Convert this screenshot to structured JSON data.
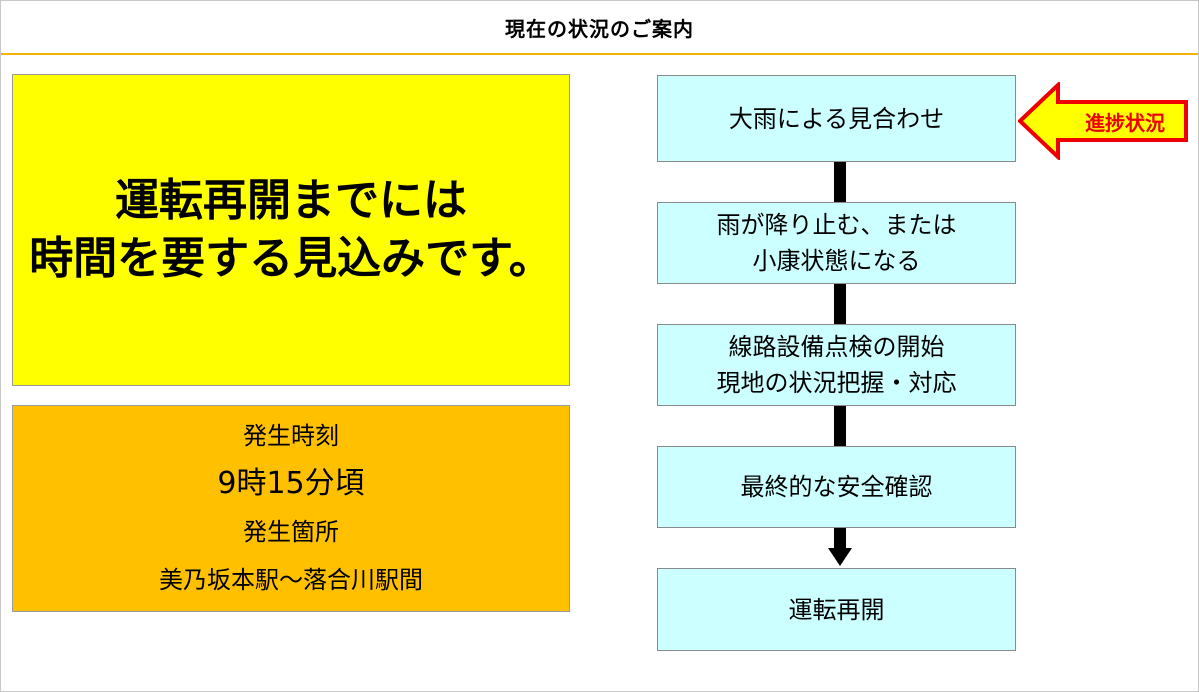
{
  "header": {
    "title": "現在の状況のご案内"
  },
  "notice": {
    "lines": [
      "運転再開までには",
      "時間を要する見込みです。"
    ]
  },
  "info": {
    "time_label": "発生時刻",
    "time_value": "9時15分頃",
    "place_label": "発生箇所",
    "place_value": "美乃坂本駅～落合川駅間"
  },
  "flow": {
    "steps": [
      {
        "lines": [
          "大雨による見合わせ"
        ]
      },
      {
        "lines": [
          "雨が降り止む、または",
          "小康状態になる"
        ]
      },
      {
        "lines": [
          "線路設備点検の開始",
          "現地の状況把握・対応"
        ]
      },
      {
        "lines": [
          "最終的な安全確認"
        ]
      },
      {
        "lines": [
          "運転再開"
        ]
      }
    ],
    "current_step_index": 0,
    "indicator_label": "進捗状況"
  },
  "colors": {
    "notice_bg": "#ffff00",
    "info_bg": "#ffc000",
    "step_bg": "#ccffff",
    "indicator_fill": "#ffff00",
    "indicator_border": "#ee0000",
    "indicator_text": "#ee0000",
    "header_rule": "#f0b400"
  }
}
